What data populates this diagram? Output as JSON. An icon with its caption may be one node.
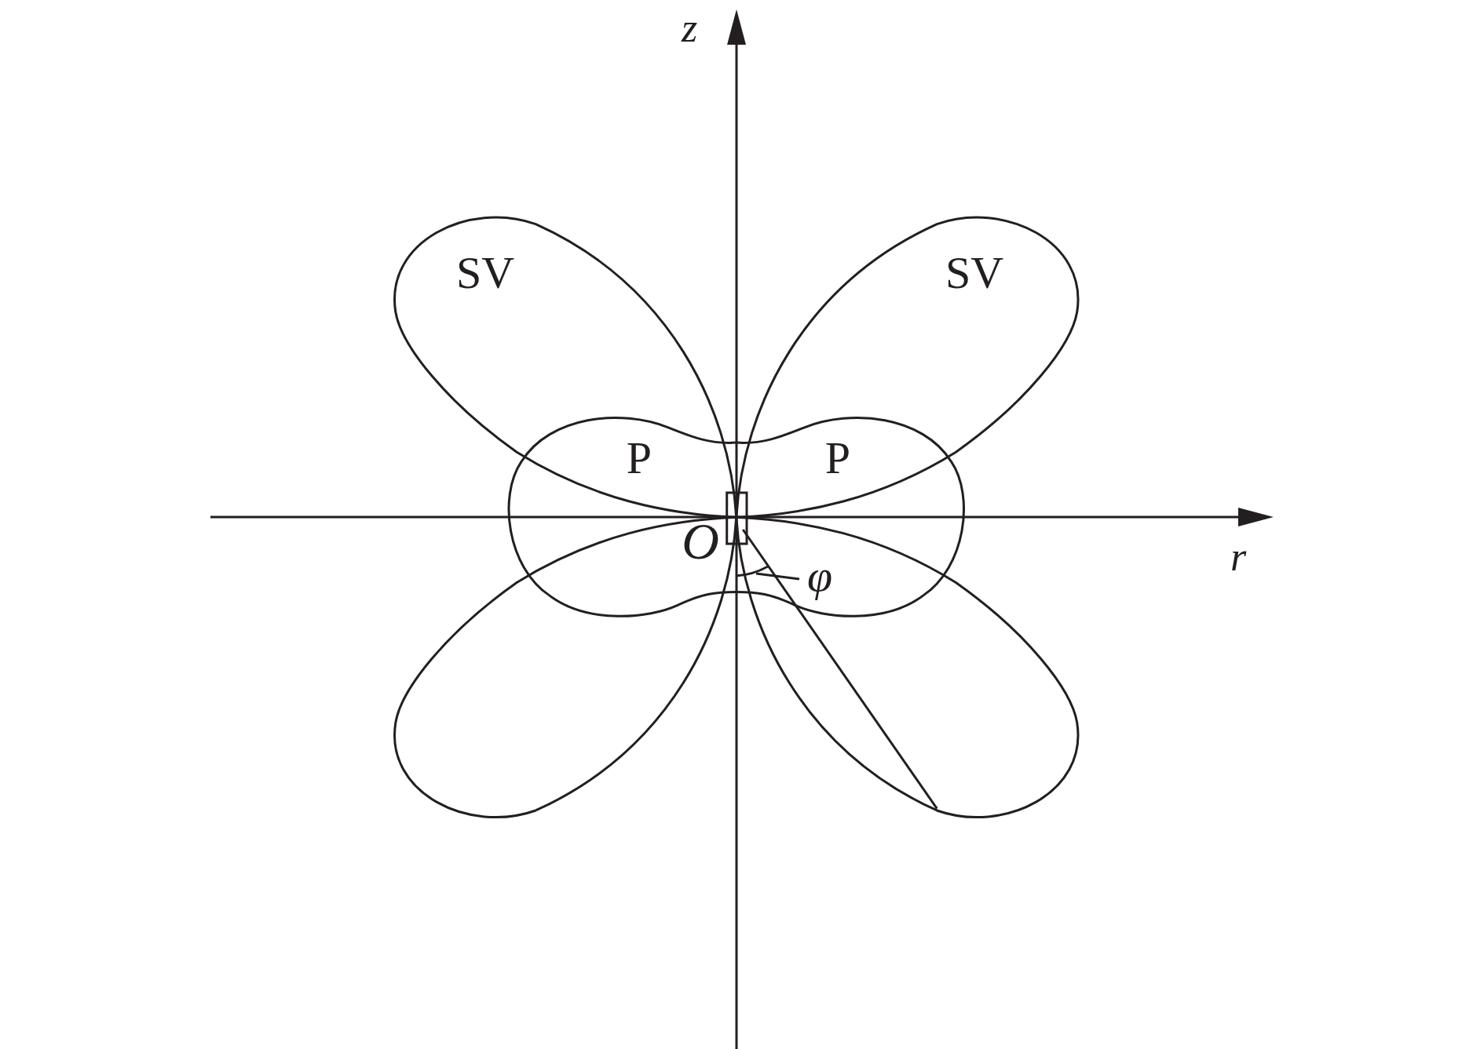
{
  "diagram": {
    "nodes": [
      {
        "text": [
          "φ"
        ]
      },
      {
        "text": [],
        "shape": "arc"
      }
    ],
    "edges": [
      {
        "from": 0,
        "to": 1,
        "arrow": "none"
      }
    ],
    "labels": [
      "z",
      "SV",
      "SV",
      "P",
      "P",
      "r",
      "O"
    ]
  }
}
